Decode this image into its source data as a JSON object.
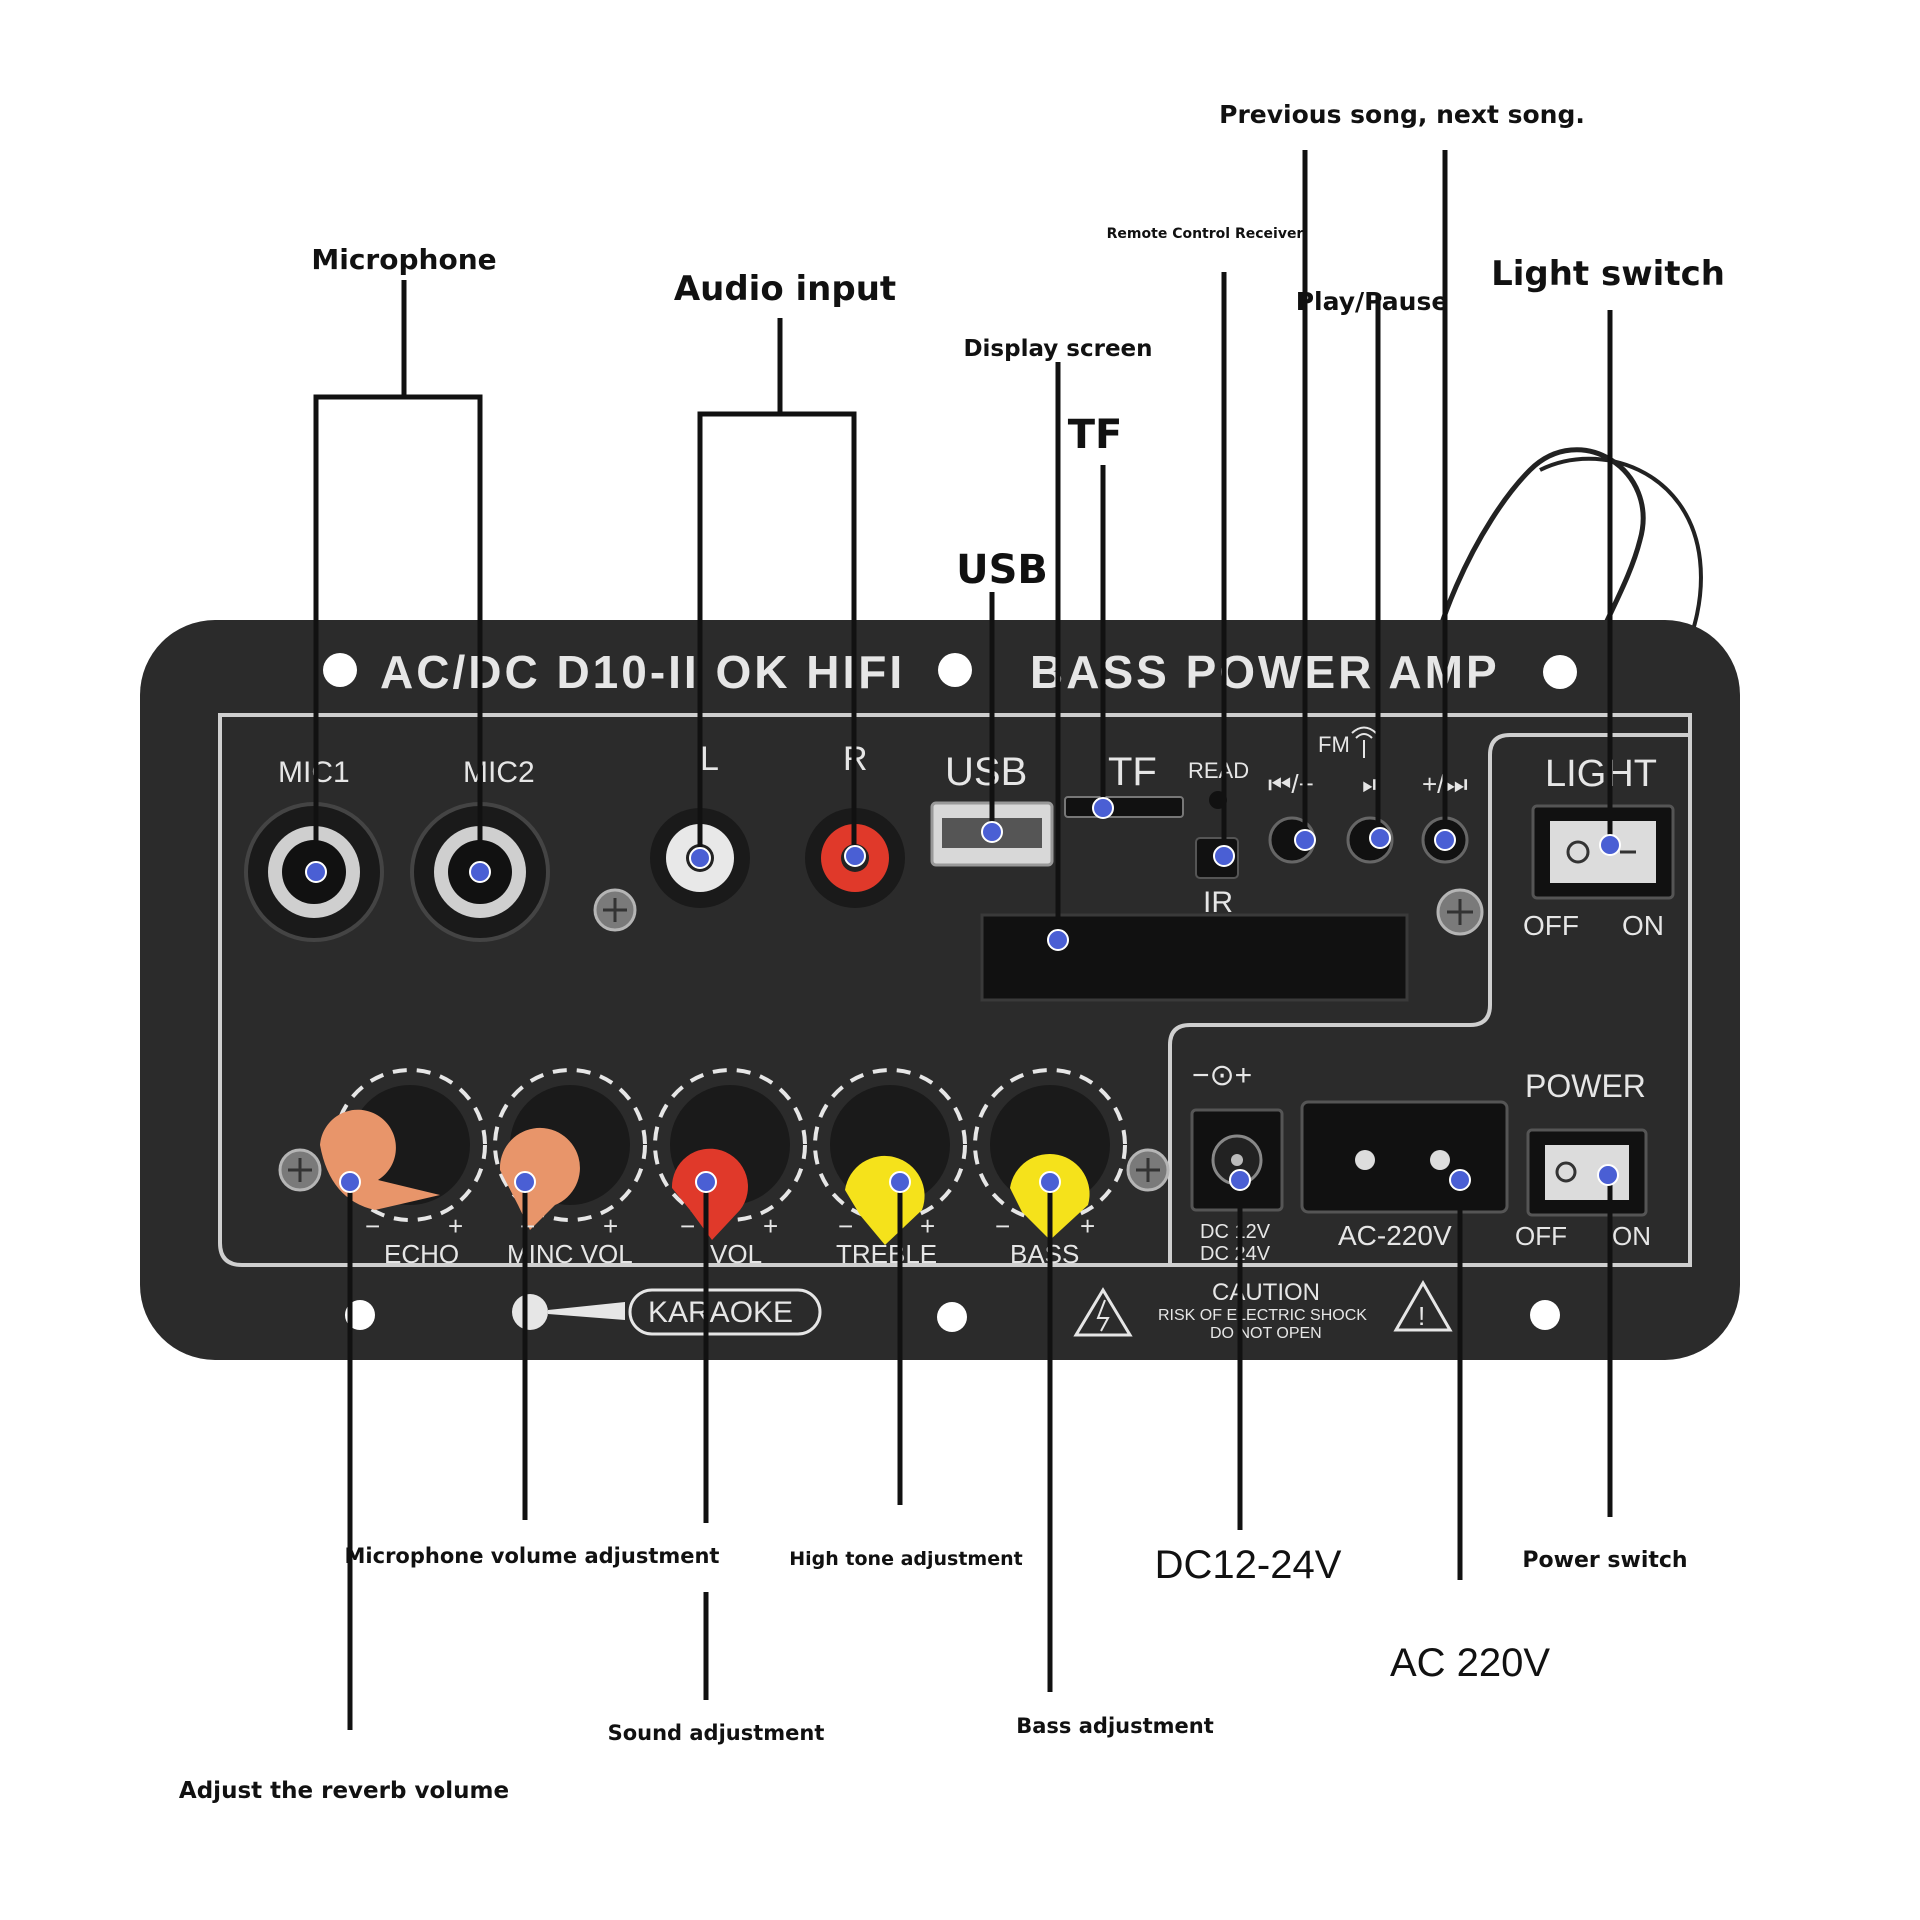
{
  "callouts": {
    "microphone": "Microphone",
    "audio_input": "Audio input",
    "display_screen": "Display screen",
    "tf": "TF",
    "usb": "USB",
    "remote_control_receiver": "Remote Control Receiver",
    "previous_next": "Previous song, next song.",
    "play_pause": "Play/Pause",
    "light_switch": "Light switch",
    "mic_volume": "Microphone volume adjustment",
    "high_tone": "High tone adjustment",
    "dc_voltage": "DC12-24V",
    "power_switch": "Power switch",
    "ac_voltage": "AC 220V",
    "sound_adjustment": "Sound adjustment",
    "bass_adjustment": "Bass adjustment",
    "reverb": "Adjust the reverb volume"
  },
  "panel": {
    "title_left": "AC/DC D10-II OK HIFI",
    "title_right": "BASS POWER AMP",
    "mic1": "MIC1",
    "mic2": "MIC2",
    "left": "L",
    "right": "R",
    "usb": "USB",
    "tf": "TF",
    "read": "READ",
    "ir": "IR",
    "fm": "FM",
    "prev_button": "⏮/−",
    "play_button": "⏯",
    "next_button": "+/⏭",
    "light": "LIGHT",
    "light_off": "OFF",
    "light_on": "ON",
    "power": "POWER",
    "power_off": "OFF",
    "power_on": "ON",
    "dc_polarity": "−⊙+",
    "dc_rating_1": "DC 12V",
    "dc_rating_2": "DC 24V",
    "ac_rating": "AC-220V",
    "knob_minus": "−",
    "knob_plus": "+",
    "echo": "ECHO",
    "mic_vol": "MINC VOL",
    "vol": "VOL",
    "treble": "TREBLE",
    "bass": "BASS",
    "karaoke": "KARAOKE",
    "caution": "CAUTION",
    "caution_line1": "RISK OF ELECTRIC SHOCK",
    "caution_line2": "DO NOT OPEN"
  },
  "colors": {
    "panel": "#2b2b2b",
    "lead_dot": "#4a5fd4",
    "knob_echo": "#e8956a",
    "knob_vol": "#e0392a",
    "knob_treble": "#f5e21b",
    "rca_right": "#e0392a"
  }
}
